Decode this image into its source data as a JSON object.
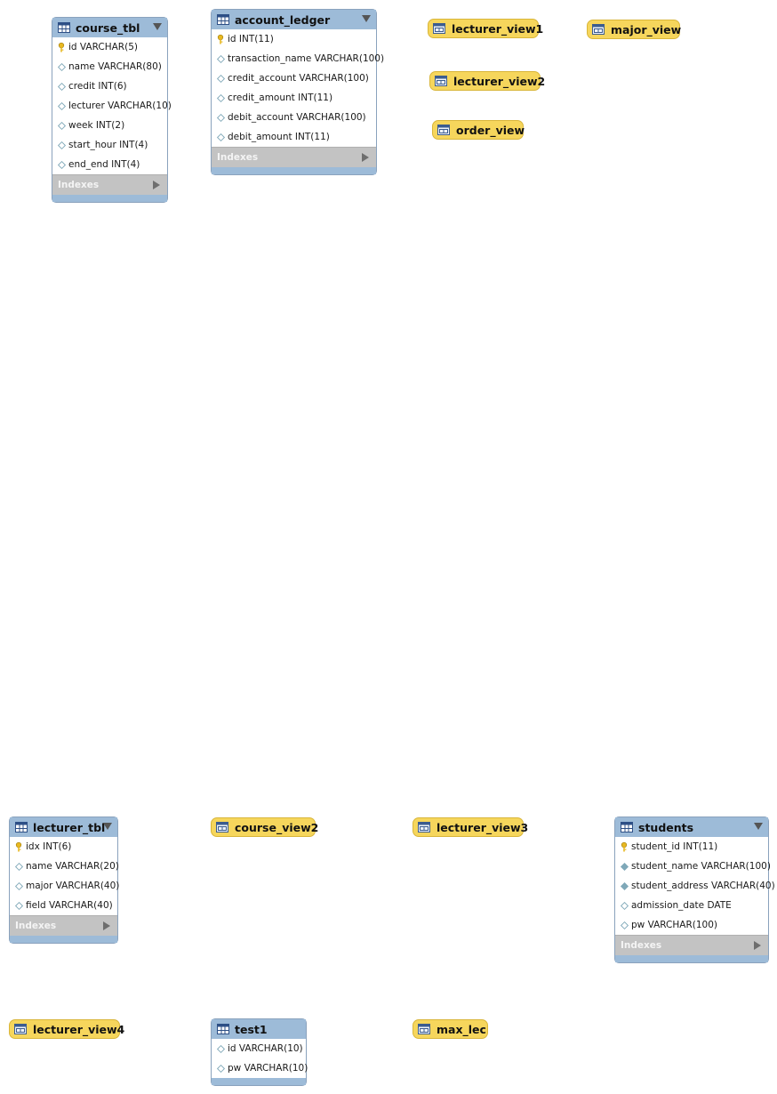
{
  "tables": {
    "course_tbl": {
      "name": "course_tbl",
      "columns": [
        {
          "text": "id VARCHAR(5)",
          "key": "primary"
        },
        {
          "text": "name VARCHAR(80)",
          "key": "nullable"
        },
        {
          "text": "credit INT(6)",
          "key": "nullable"
        },
        {
          "text": "lecturer VARCHAR(10)",
          "key": "nullable"
        },
        {
          "text": "week INT(2)",
          "key": "nullable"
        },
        {
          "text": "start_hour INT(4)",
          "key": "nullable"
        },
        {
          "text": "end_end INT(4)",
          "key": "nullable"
        }
      ],
      "indexes_label": "Indexes"
    },
    "account_ledger": {
      "name": "account_ledger",
      "columns": [
        {
          "text": "id INT(11)",
          "key": "primary"
        },
        {
          "text": "transaction_name VARCHAR(100)",
          "key": "nullable"
        },
        {
          "text": "credit_account VARCHAR(100)",
          "key": "nullable"
        },
        {
          "text": "credit_amount INT(11)",
          "key": "nullable"
        },
        {
          "text": "debit_account VARCHAR(100)",
          "key": "nullable"
        },
        {
          "text": "debit_amount INT(11)",
          "key": "nullable"
        }
      ],
      "indexes_label": "Indexes"
    },
    "lecturer_tbl": {
      "name": "lecturer_tbl",
      "columns": [
        {
          "text": "idx INT(6)",
          "key": "primary"
        },
        {
          "text": "name VARCHAR(20)",
          "key": "nullable"
        },
        {
          "text": "major VARCHAR(40)",
          "key": "nullable"
        },
        {
          "text": "field VARCHAR(40)",
          "key": "nullable"
        }
      ],
      "indexes_label": "Indexes"
    },
    "students": {
      "name": "students",
      "columns": [
        {
          "text": "student_id INT(11)",
          "key": "primary"
        },
        {
          "text": "student_name VARCHAR(100)",
          "key": "not-null"
        },
        {
          "text": "student_address VARCHAR(40)",
          "key": "not-null"
        },
        {
          "text": "admission_date DATE",
          "key": "nullable"
        },
        {
          "text": "pw VARCHAR(100)",
          "key": "nullable"
        }
      ],
      "indexes_label": "Indexes"
    },
    "test1": {
      "name": "test1",
      "columns": [
        {
          "text": "id VARCHAR(10)",
          "key": "nullable"
        },
        {
          "text": "pw VARCHAR(10)",
          "key": "nullable"
        }
      ]
    }
  },
  "views": {
    "lecturer_view1": "lecturer_view1",
    "major_view": "major_view",
    "lecturer_view2": "lecturer_view2",
    "order_view": "order_view",
    "course_view2": "course_view2",
    "lecturer_view3": "lecturer_view3",
    "lecturer_view4": "lecturer_view4",
    "max_lec": "max_lec"
  },
  "colors": {
    "table_header": "#9dbbd8",
    "view_fill": "#f6d65c",
    "indexes_bar": "#c3c3c3",
    "primary_key_icon": "#e8b820",
    "column_diamond": "#7fa8b8"
  }
}
